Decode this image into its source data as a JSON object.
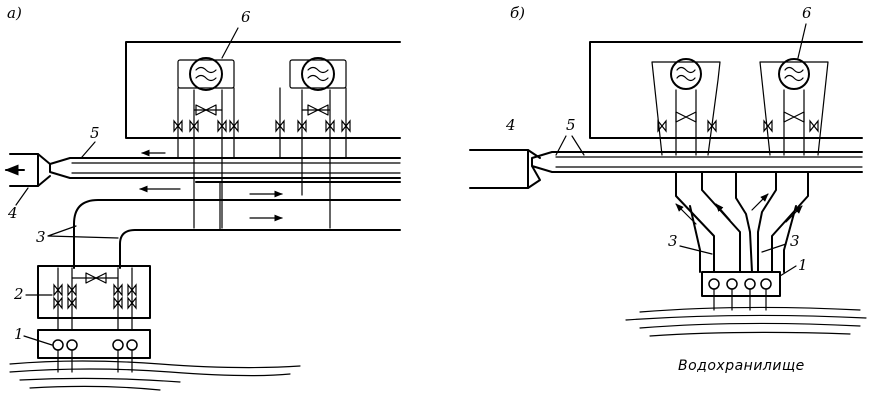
{
  "panel_a": {
    "letter": "a)",
    "labels": {
      "pumps": "1",
      "valves": "2",
      "pipes": "3",
      "outlet": "4",
      "conduit": "5",
      "unit": "6"
    }
  },
  "panel_b": {
    "letter": "б)",
    "labels": {
      "pumps": "1",
      "pipes_left": "3",
      "pipes_right": "3",
      "outlet": "4",
      "conduit": "5",
      "unit": "6"
    },
    "reservoir": "Водохранилище"
  }
}
